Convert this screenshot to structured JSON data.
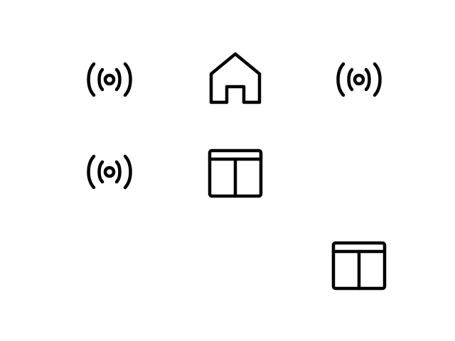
{
  "canvas": {
    "background": "#ffffff",
    "icon_color": "#000000"
  },
  "icons": [
    {
      "name": "broadcast-icon",
      "glyph": "radio-waves"
    },
    {
      "name": "home-icon",
      "glyph": "house"
    },
    {
      "name": "broadcast-icon",
      "glyph": "radio-waves"
    },
    {
      "name": "broadcast-icon",
      "glyph": "radio-waves"
    },
    {
      "name": "layout-icon",
      "glyph": "window-panels"
    },
    {
      "name": "layout-icon",
      "glyph": "window-panels"
    }
  ]
}
